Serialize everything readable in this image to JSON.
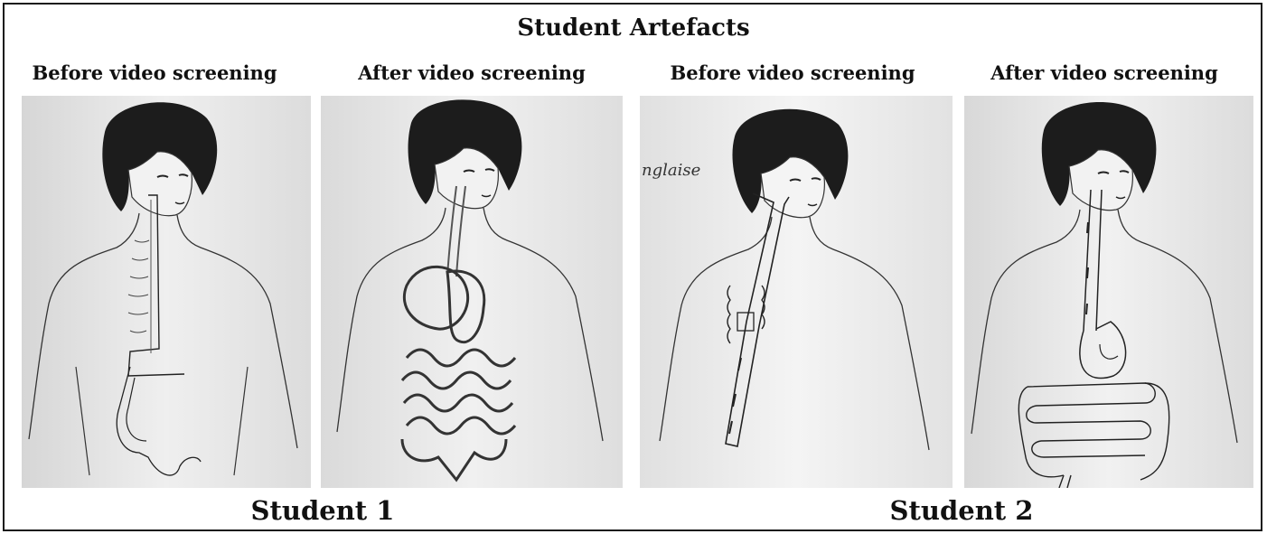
{
  "title": "Student Artefacts",
  "panels": [
    {
      "caption": "Before video screening",
      "student": "Student 1"
    },
    {
      "caption": "After video screening",
      "student": "Student 1"
    },
    {
      "caption": "Before video screening",
      "student": "Student 2",
      "handwriting": "nglaise"
    },
    {
      "caption": "After video screening",
      "student": "Student 2"
    }
  ],
  "students": [
    "Student 1",
    "Student 2"
  ],
  "colors": {
    "paper": "#e4e4e4",
    "ink": "#333333",
    "hair": "#1c1c1c",
    "border": "#1a1a1a"
  }
}
